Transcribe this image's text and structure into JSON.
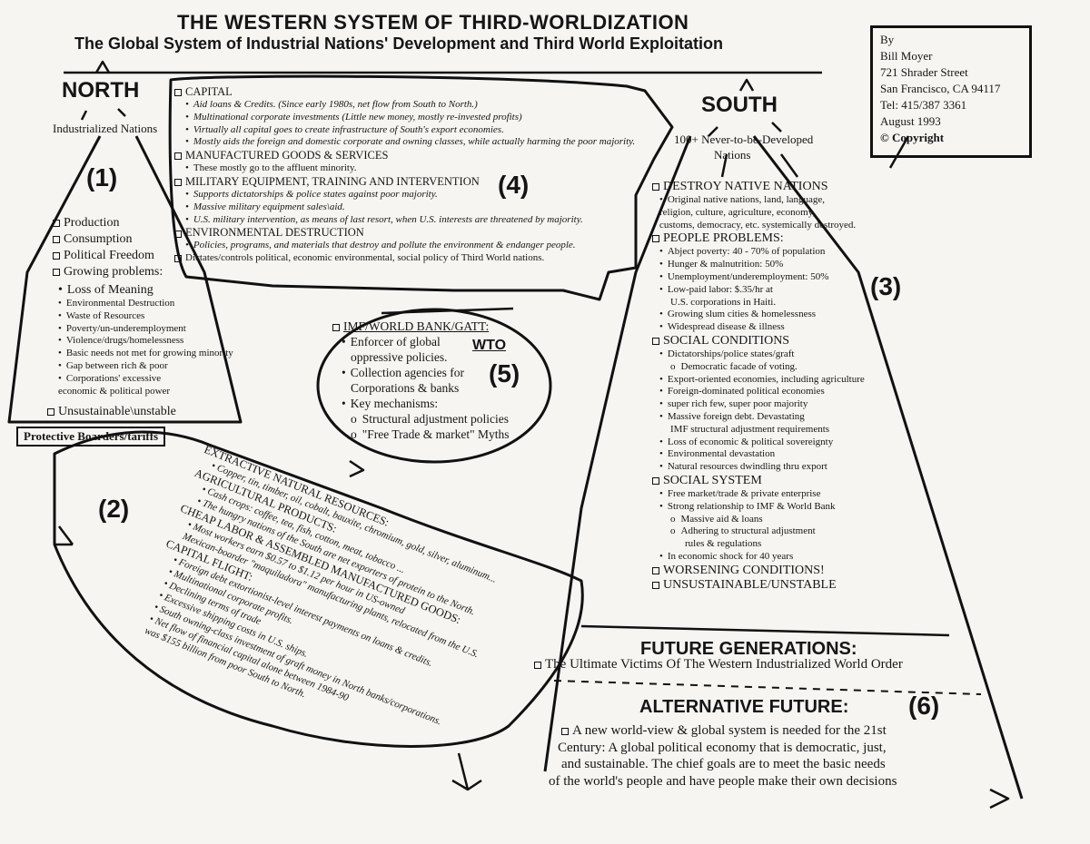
{
  "title": "THE WESTERN SYSTEM OF THIRD-WORLDIZATION",
  "subtitle": "The Global System of Industrial Nations' Development and Third World Exploitation",
  "author": {
    "lines": [
      "By",
      "Bill Moyer",
      "721 Shrader Street",
      "San Francisco, CA 94117",
      "Tel: 415/387 3361",
      "August 1993",
      "© Copyright"
    ]
  },
  "north": {
    "label": "NORTH",
    "sub": "Industrialized Nations"
  },
  "south": {
    "label": "SOUTH",
    "sub1": "100+ Never-to-be-Developed",
    "sub2": "Nations"
  },
  "section1": {
    "number": "(1)",
    "items": [
      "Production",
      "Consumption",
      "Political Freedom",
      "Growing problems:"
    ],
    "bullets": [
      "Loss of Meaning",
      "Environmental Destruction",
      "Waste of Resources",
      "Poverty/un-underemployment",
      "Violence/drugs/homelessness",
      "Basic needs not met for growing minority",
      "Gap between rich & poor",
      "Corporations' excessive",
      "economic & political power"
    ],
    "last": "Unsustainable\\unstable",
    "protect": "Protective Boarders/tariffs"
  },
  "section4": {
    "number": "(4)",
    "capital": "CAPITAL",
    "capital_items": [
      "Aid loans & Credits. (Since early 1980s, net flow from South to North.)",
      "Multinational corporate investments (Little new money, mostly re-invested profits)",
      "Virtually all capital goes to create infrastructure of South's export economies.",
      "Mostly aids the foreign and domestic corporate and owning classes, while actually harming the poor majority."
    ],
    "goods": "MANUFACTURED GOODS & SERVICES",
    "goods_items": [
      "These mostly go to the affluent minority."
    ],
    "military": "MILITARY EQUIPMENT, TRAINING AND INTERVENTION",
    "military_items": [
      "Supports dictatorships & police states against poor majority.",
      "Massive military equipment sales\\aid.",
      "U.S. military intervention, as means of last resort, when U.S. interests are threatened by majority."
    ],
    "env": "ENVIRONMENTAL DESTRUCTION",
    "env_items": [
      "Policies, programs, and materials that destroy and pollute the environment & endanger people."
    ],
    "dictates": "Dictates/controls political, economic environmental, social policy of Third World nations."
  },
  "section5": {
    "number": "(5)",
    "wto": "WTO",
    "header": "IMF/WORLD BANK/GATT:",
    "items": [
      "Enforcer of global",
      "oppressive policies.",
      "Collection agencies for",
      "Corporations & banks",
      "Key mechanisms:"
    ],
    "subitems": [
      "Structural adjustment policies",
      "\"Free Trade & market\" Myths"
    ]
  },
  "section3": {
    "number": "(3)",
    "destroy": "DESTROY NATIVE NATIONS",
    "destroy_items": [
      "Original native nations, land, language,",
      "religion, culture, agriculture, economy,",
      "customs, democracy, etc. systemically destroyed."
    ],
    "people": "PEOPLE PROBLEMS:",
    "people_items": [
      "Abject poverty: 40 - 70% of population",
      "Hunger & malnutrition: 50%",
      "Unemployment/underemployment: 50%",
      "Low-paid labor: $.35/hr at",
      "U.S. corporations in Haiti.",
      "Growing slum cities & homelessness",
      "Widespread disease & illness"
    ],
    "social": "SOCIAL CONDITIONS",
    "social_items": [
      "Dictatorships/police states/graft",
      "Democratic facade of voting.",
      "Export-oriented economies, including agriculture",
      "Foreign-dominated political economies",
      "super rich few, super poor majority",
      "Massive foreign debt. Devastating",
      "IMF structural adjustment requirements",
      "Loss of economic & political sovereignty",
      "Environmental devastation",
      "Natural resources dwindling thru export"
    ],
    "system": "SOCIAL SYSTEM",
    "system_items": [
      "Free market/trade & private enterprise",
      "Strong relationship to IMF & World Bank",
      "Massive aid & loans",
      "Adhering to structural adjustment",
      "rules & regulations",
      "In economic shock for 40 years"
    ],
    "worsening": "WORSENING CONDITIONS!",
    "unsustainable": "UNSUSTAINABLE/UNSTABLE"
  },
  "section2": {
    "number": "(2)",
    "lines": [
      "EXTRACTIVE NATURAL RESOURCES:",
      "• Copper, tin, timber, oil, cobalt, bauxite, chromium, gold, silver, aluminum...",
      "AGRICULTURAL PRODUCTS:",
      "• Cash crops: coffee, tea, fish, cotton, meat, tobacco ...",
      "• The hungry nations of the South are net exporters of protein to the North.",
      "CHEAP LABOR & ASSEMBLED MANUFACTURED GOODS:",
      "• Most workers earn $0.57 to $1.12 per hour in US-owned",
      "  Mexican-boarder \"maquiladora\" manufacturing plants, relocated from the U.S.",
      "CAPITAL FLIGHT:",
      "• Foreign debt extortionist-level interest payments on loans & credits.",
      "• Multinational corporate profits.",
      "• Declining terms of trade",
      "• Excessive shipping costs in U.S. ships.",
      "• South owning-class investment of graft money in North banks/corporations.",
      "• Net flow of financial capital alone between 1984-90",
      "  was $155 billion from poor South to North."
    ]
  },
  "future": {
    "header": "FUTURE GENERATIONS:",
    "victims": "The Ultimate Victims Of The Western Industrialized World Order",
    "alt_header": "ALTERNATIVE FUTURE:",
    "number": "(6)",
    "alt_lines": [
      "A new world-view & global system is needed for the 21st",
      "Century: A global political economy that is democratic, just,",
      "and sustainable. The chief goals are to meet the basic needs",
      "of the world's people and have people make their own decisions"
    ]
  }
}
